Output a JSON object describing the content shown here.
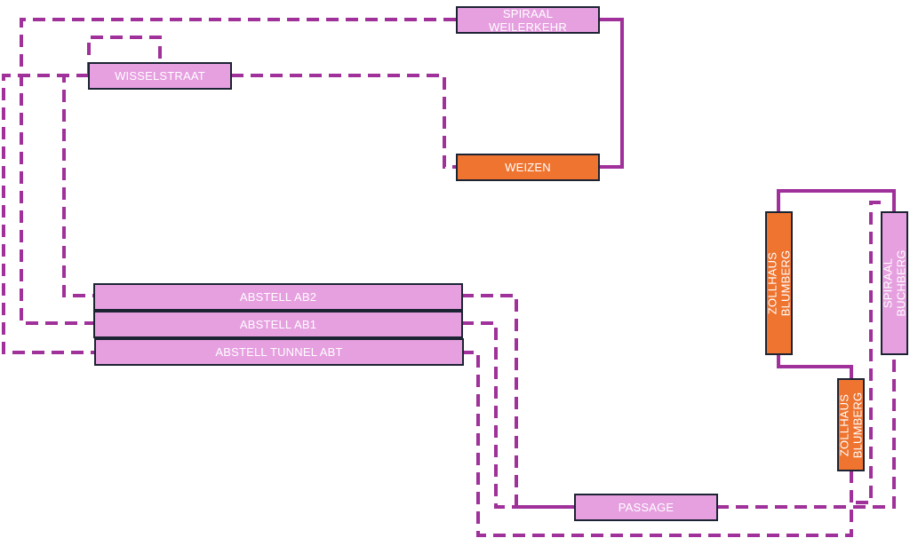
{
  "colors": {
    "track": "#a0309a",
    "pink_box": "#e6a0e0",
    "orange_box": "#ee7430",
    "border": "#1c2333",
    "text": "#ffffff"
  },
  "nodes": {
    "spiraal_weilerkehr": {
      "label": "SPIRAAL\nWEILERKEHR",
      "kind": "pink"
    },
    "wisselstraat": {
      "label": "WISSELSTRAAT",
      "kind": "pink"
    },
    "weizen": {
      "label": "WEIZEN",
      "kind": "orange"
    },
    "abstell_ab2": {
      "label": "ABSTELL AB2",
      "kind": "pink"
    },
    "abstell_ab1": {
      "label": "ABSTELL AB1",
      "kind": "pink"
    },
    "abstell_tunnel_abt": {
      "label": "ABSTELL TUNNEL ABT",
      "kind": "pink"
    },
    "passage": {
      "label": "PASSAGE",
      "kind": "pink"
    },
    "zollhaus_blumberg_top": {
      "label": "ZOLLHAUS\nBLUMBERG",
      "kind": "orange"
    },
    "zollhaus_blumberg_bottom": {
      "label": "ZOLLHAUS\nBLUMBERG",
      "kind": "orange"
    },
    "spiraal_buchberg": {
      "label": "SPIRAAL BUCHBERG",
      "kind": "pink"
    }
  }
}
